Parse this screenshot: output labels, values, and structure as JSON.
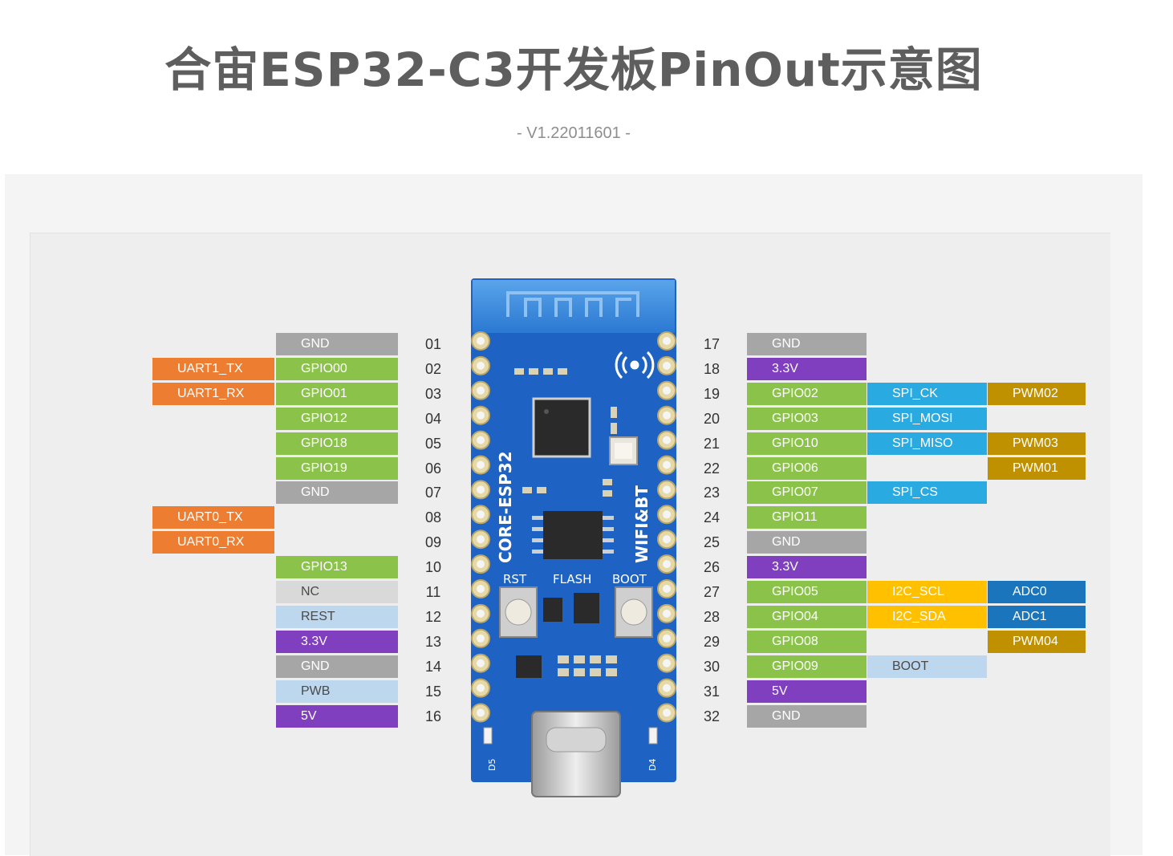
{
  "title": "合宙ESP32-C3开发板PinOut示意图",
  "version": "- V1.22011601 -",
  "colors": {
    "GND": "#a6a6a6",
    "GPIO": "#8bc34a",
    "POWER": "#7f3fbf",
    "UART": "#ed7d31",
    "NC": "#d9d9d9",
    "SYS": "#bdd7ee",
    "SPI": "#29abe2",
    "PWM": "#bf9000",
    "I2C": "#ffc000",
    "ADC": "#1b75bc"
  },
  "board": {
    "chip_label": "CORE-ESP32",
    "side_label": "WIFI&BT",
    "rst_label": "RST",
    "flash_label": "FLASH",
    "boot_label": "BOOT",
    "led1": "D5",
    "led2": "D4"
  },
  "left_pins": [
    {
      "num": "01",
      "name": "GND",
      "kind": "GND",
      "alt": null
    },
    {
      "num": "02",
      "name": "GPIO00",
      "kind": "GPIO",
      "alt": "UART1_TX"
    },
    {
      "num": "03",
      "name": "GPIO01",
      "kind": "GPIO",
      "alt": "UART1_RX"
    },
    {
      "num": "04",
      "name": "GPIO12",
      "kind": "GPIO",
      "alt": null
    },
    {
      "num": "05",
      "name": "GPIO18",
      "kind": "GPIO",
      "alt": null
    },
    {
      "num": "06",
      "name": "GPIO19",
      "kind": "GPIO",
      "alt": null
    },
    {
      "num": "07",
      "name": "GND",
      "kind": "GND",
      "alt": null
    },
    {
      "num": "08",
      "name": null,
      "kind": null,
      "alt": "UART0_TX"
    },
    {
      "num": "09",
      "name": null,
      "kind": null,
      "alt": "UART0_RX"
    },
    {
      "num": "10",
      "name": "GPIO13",
      "kind": "GPIO",
      "alt": null
    },
    {
      "num": "11",
      "name": "NC",
      "kind": "NC",
      "alt": null
    },
    {
      "num": "12",
      "name": "REST",
      "kind": "SYS",
      "alt": null
    },
    {
      "num": "13",
      "name": "3.3V",
      "kind": "POWER",
      "alt": null
    },
    {
      "num": "14",
      "name": "GND",
      "kind": "GND",
      "alt": null
    },
    {
      "num": "15",
      "name": "PWB",
      "kind": "SYS",
      "alt": null
    },
    {
      "num": "16",
      "name": "5V",
      "kind": "POWER",
      "alt": null
    }
  ],
  "right_pins": [
    {
      "num": "17",
      "name": "GND",
      "kind": "GND",
      "f1": null,
      "f2": null
    },
    {
      "num": "18",
      "name": "3.3V",
      "kind": "POWER",
      "f1": null,
      "f2": null
    },
    {
      "num": "19",
      "name": "GPIO02",
      "kind": "GPIO",
      "f1": {
        "text": "SPI_CK",
        "kind": "SPI"
      },
      "f2": {
        "text": "PWM02",
        "kind": "PWM"
      }
    },
    {
      "num": "20",
      "name": "GPIO03",
      "kind": "GPIO",
      "f1": {
        "text": "SPI_MOSI",
        "kind": "SPI"
      },
      "f2": null
    },
    {
      "num": "21",
      "name": "GPIO10",
      "kind": "GPIO",
      "f1": {
        "text": "SPI_MISO",
        "kind": "SPI"
      },
      "f2": {
        "text": "PWM03",
        "kind": "PWM"
      }
    },
    {
      "num": "22",
      "name": "GPIO06",
      "kind": "GPIO",
      "f1": null,
      "f2": {
        "text": "PWM01",
        "kind": "PWM"
      }
    },
    {
      "num": "23",
      "name": "GPIO07",
      "kind": "GPIO",
      "f1": {
        "text": "SPI_CS",
        "kind": "SPI"
      },
      "f2": null
    },
    {
      "num": "24",
      "name": "GPIO11",
      "kind": "GPIO",
      "f1": null,
      "f2": null
    },
    {
      "num": "25",
      "name": "GND",
      "kind": "GND",
      "f1": null,
      "f2": null
    },
    {
      "num": "26",
      "name": "3.3V",
      "kind": "POWER",
      "f1": null,
      "f2": null
    },
    {
      "num": "27",
      "name": "GPIO05",
      "kind": "GPIO",
      "f1": {
        "text": "I2C_SCL",
        "kind": "I2C"
      },
      "f2": {
        "text": "ADC0",
        "kind": "ADC"
      }
    },
    {
      "num": "28",
      "name": "GPIO04",
      "kind": "GPIO",
      "f1": {
        "text": "I2C_SDA",
        "kind": "I2C"
      },
      "f2": {
        "text": "ADC1",
        "kind": "ADC"
      }
    },
    {
      "num": "29",
      "name": "GPIO08",
      "kind": "GPIO",
      "f1": null,
      "f2": {
        "text": "PWM04",
        "kind": "PWM"
      }
    },
    {
      "num": "30",
      "name": "GPIO09",
      "kind": "GPIO",
      "f1": {
        "text": "BOOT",
        "kind": "SYS"
      },
      "f2": null
    },
    {
      "num": "31",
      "name": "5V",
      "kind": "POWER",
      "f1": null,
      "f2": null
    },
    {
      "num": "32",
      "name": "GND",
      "kind": "GND",
      "f1": null,
      "f2": null
    }
  ]
}
